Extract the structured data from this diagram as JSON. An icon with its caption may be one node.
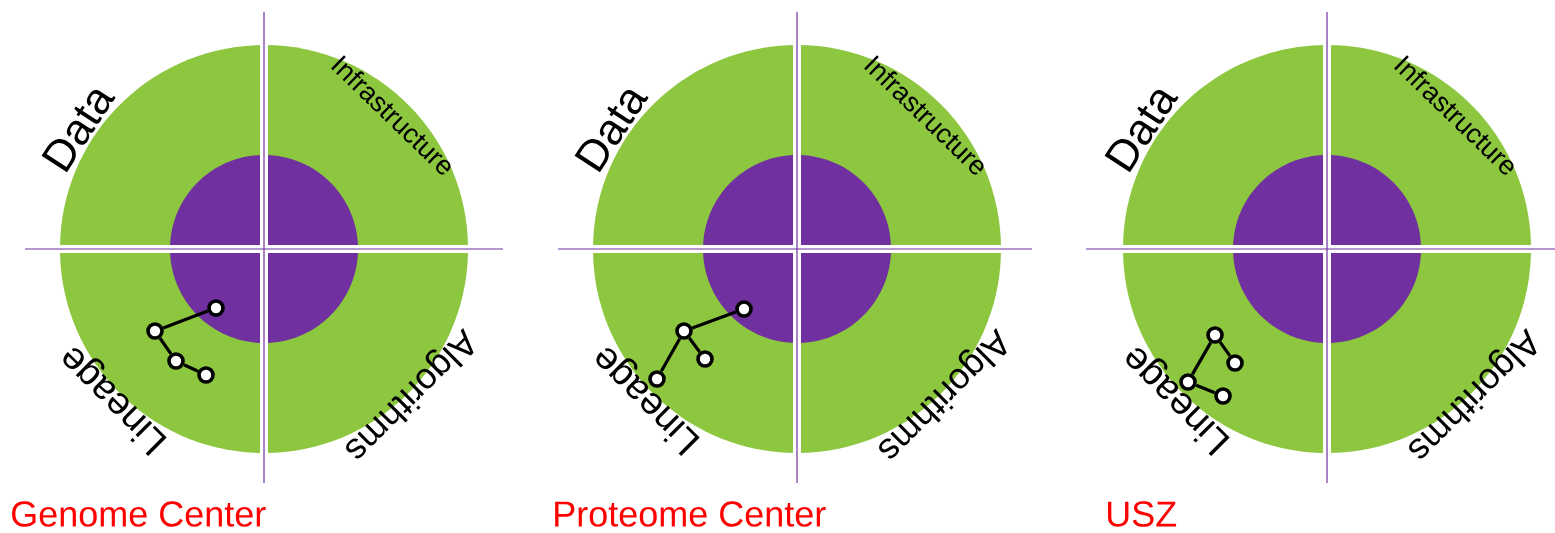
{
  "diagram": {
    "nodes": [
      {
        "text": [],
        "shape": "circle"
      },
      {
        "text": [],
        "shape": "circle"
      },
      {
        "text": [],
        "shape": "circle"
      },
      {
        "text": [],
        "shape": "circle"
      },
      {
        "text": [],
        "shape": "circle"
      },
      {
        "text": [],
        "shape": "circle"
      },
      {
        "text": [],
        "shape": "circle"
      },
      {
        "text": [],
        "shape": "circle"
      },
      {
        "text": [],
        "shape": "circle"
      },
      {
        "text": [],
        "shape": "circle"
      },
      {
        "text": [],
        "shape": "circle"
      },
      {
        "text": [],
        "shape": "circle"
      }
    ],
    "edges": [
      {
        "from": 0,
        "to": 1,
        "arrow": "none"
      },
      {
        "from": 1,
        "to": 2,
        "arrow": "none"
      },
      {
        "from": 2,
        "to": 3,
        "arrow": "none"
      },
      {
        "from": 4,
        "to": 5,
        "arrow": "none"
      },
      {
        "from": 5,
        "to": 6,
        "arrow": "none"
      },
      {
        "from": 5,
        "to": 7,
        "arrow": "none"
      },
      {
        "from": 8,
        "to": 9,
        "arrow": "none"
      },
      {
        "from": 8,
        "to": 10,
        "arrow": "none"
      },
      {
        "from": 10,
        "to": 11,
        "arrow": "none"
      }
    ],
    "labels": [
      "Data",
      "Infrastructure",
      "Algorithms",
      "Lineage",
      "Genome Center",
      "Data",
      "Infrastructure",
      "Algorithms",
      "Lineage",
      "Proteome Center",
      "Data",
      "Infrastructure",
      "Algorithms",
      "Lineage",
      "USZ"
    ]
  }
}
